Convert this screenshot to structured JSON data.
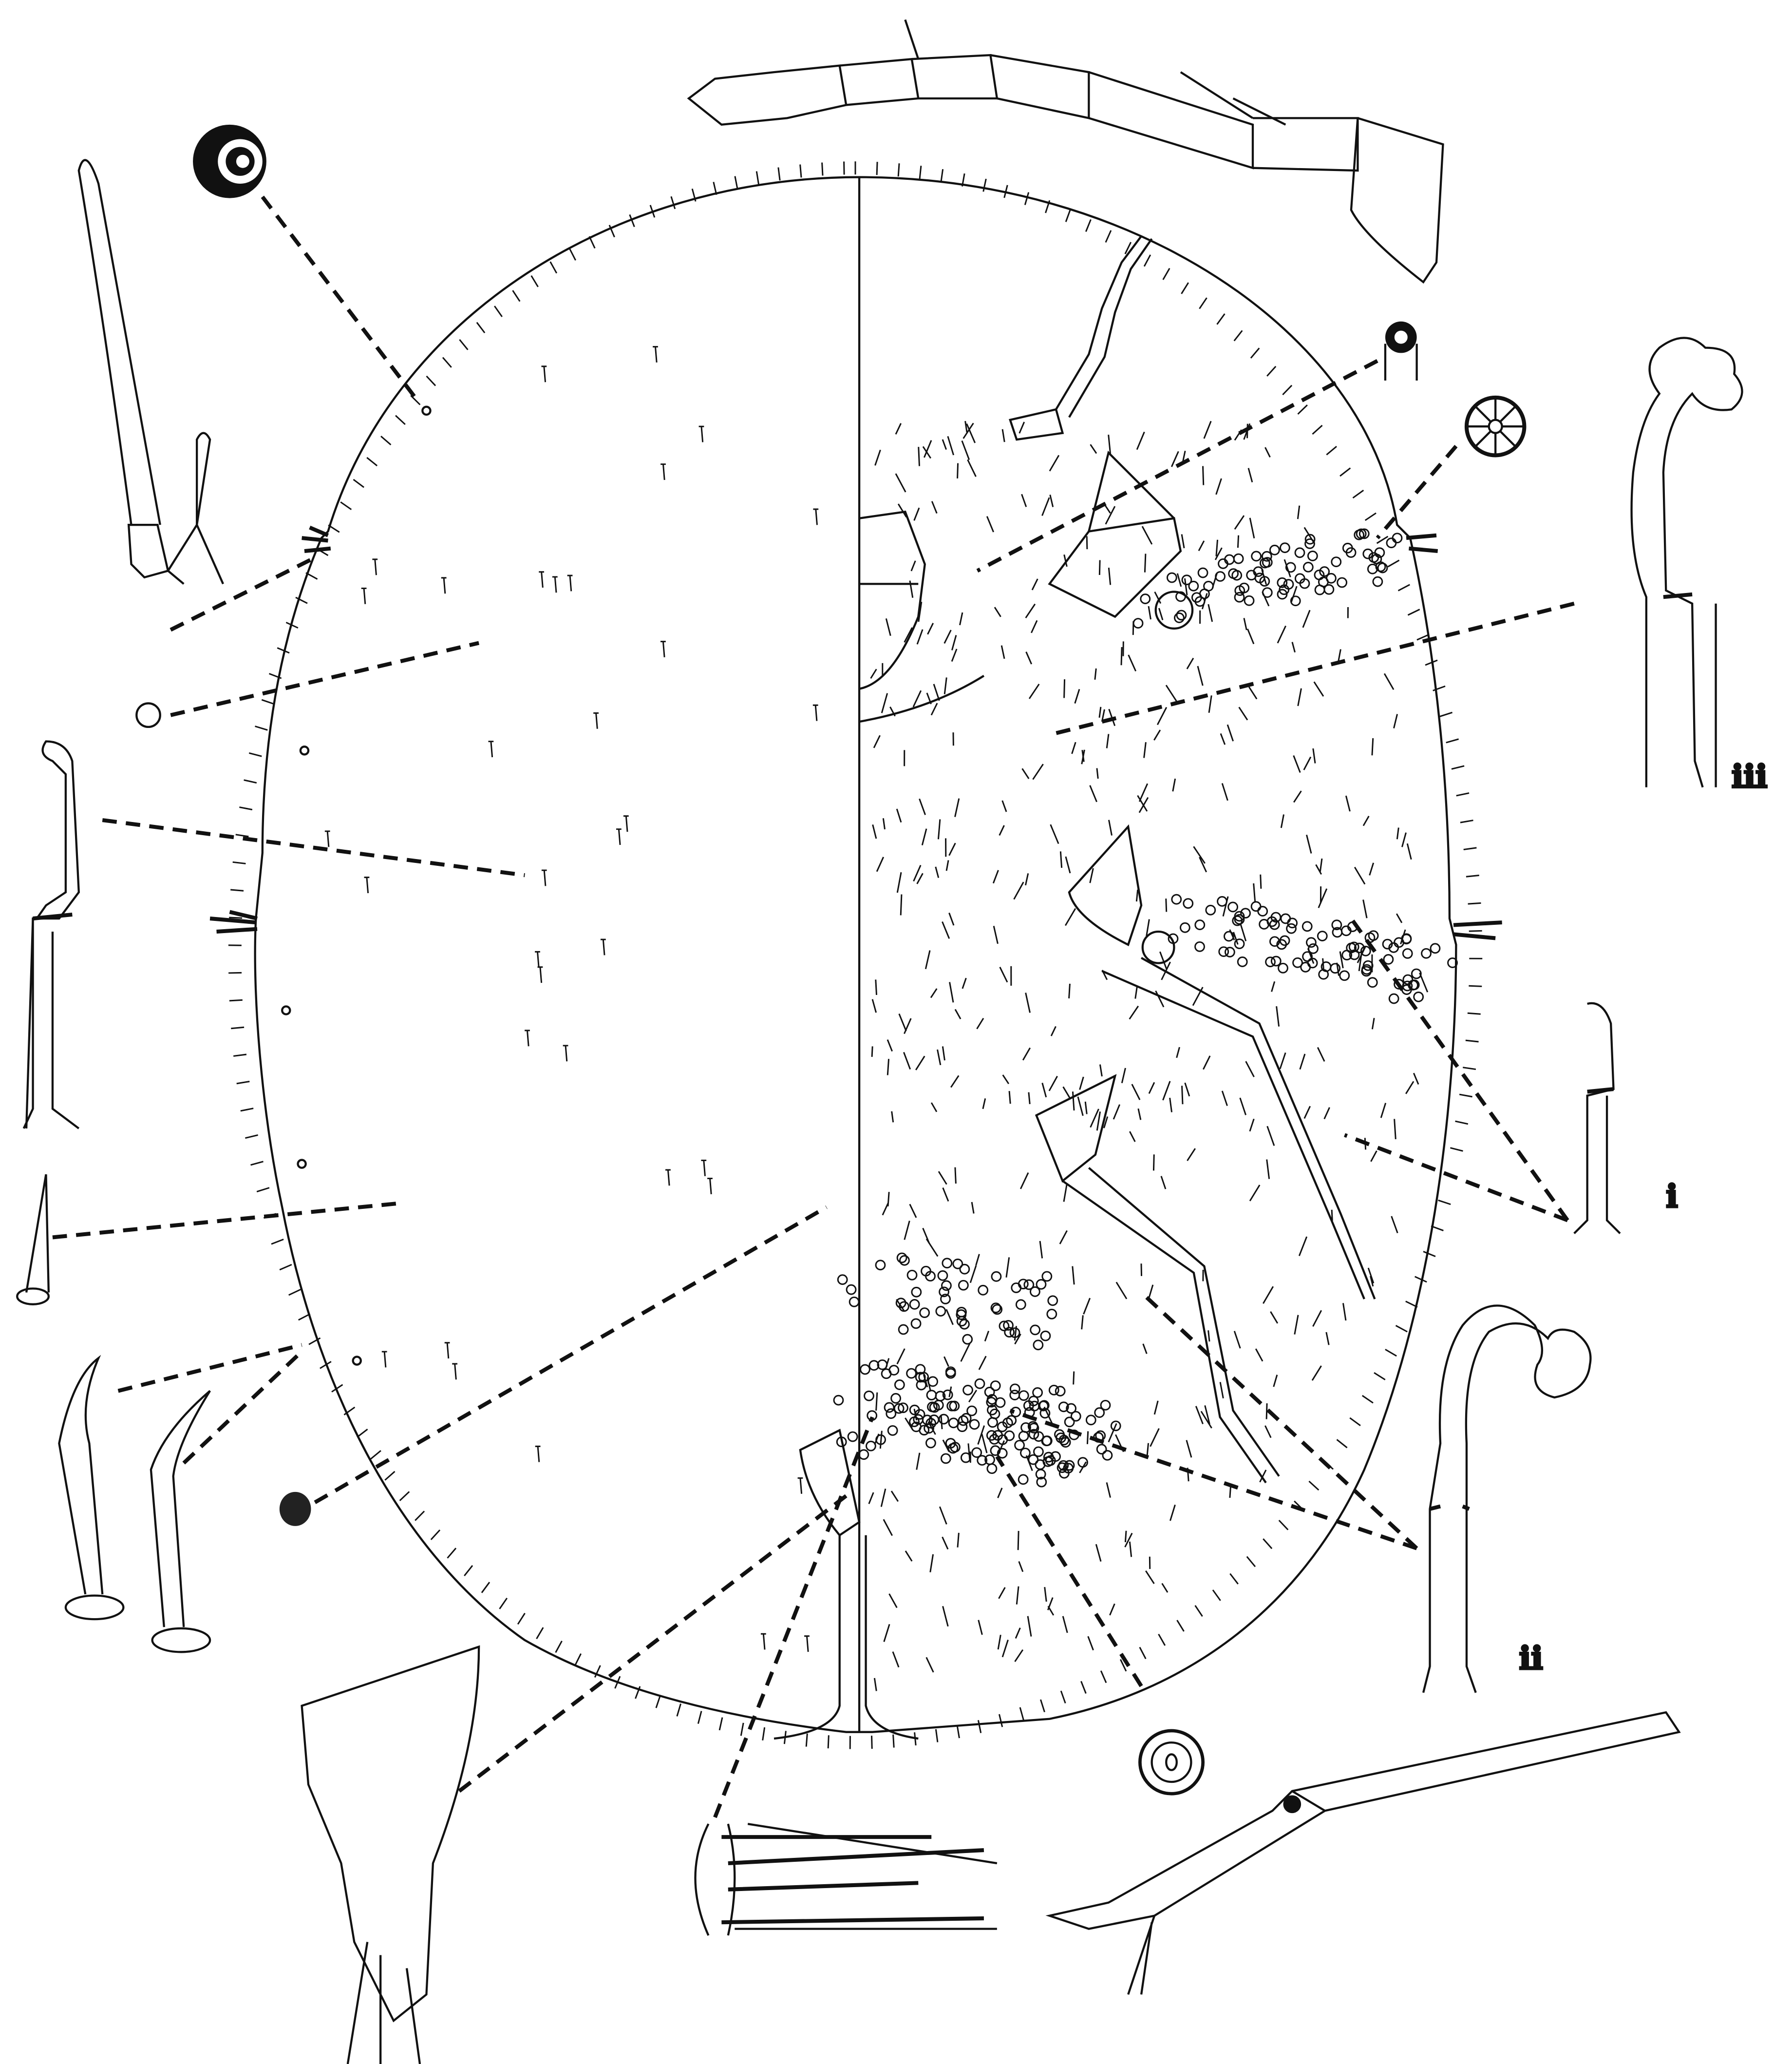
{
  "labels": {
    "i": "i",
    "ii": "ii",
    "iii": "iii"
  },
  "colors": {
    "ink": "#111111",
    "paper": "#ffffff"
  }
}
